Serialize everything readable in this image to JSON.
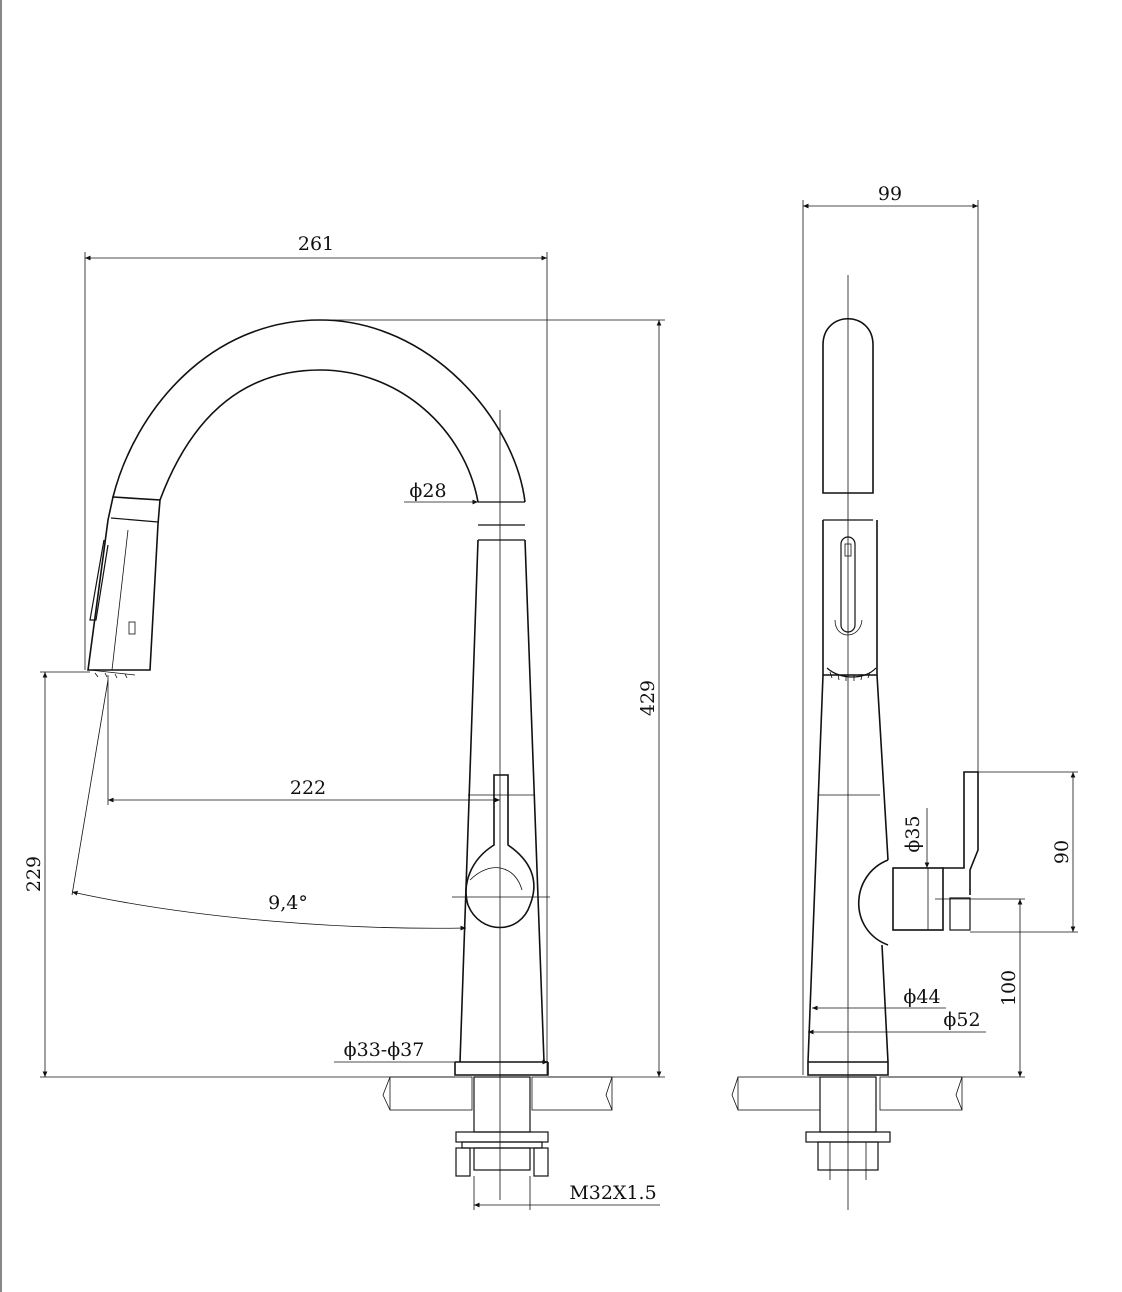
{
  "dimensions": {
    "front_width": "261",
    "front_height": "429",
    "reach": "222",
    "spout_height": "229",
    "swivel_angle": "9,4°",
    "tube_diameter": "ϕ28",
    "hole_diameter": "ϕ33-ϕ37",
    "thread": "M32X1.5",
    "side_depth": "99",
    "handle_height": "90",
    "handle_base_height": "100",
    "handle_diameter": "ϕ35",
    "base_diameter_inner": "ϕ44",
    "base_diameter_outer": "ϕ52"
  }
}
